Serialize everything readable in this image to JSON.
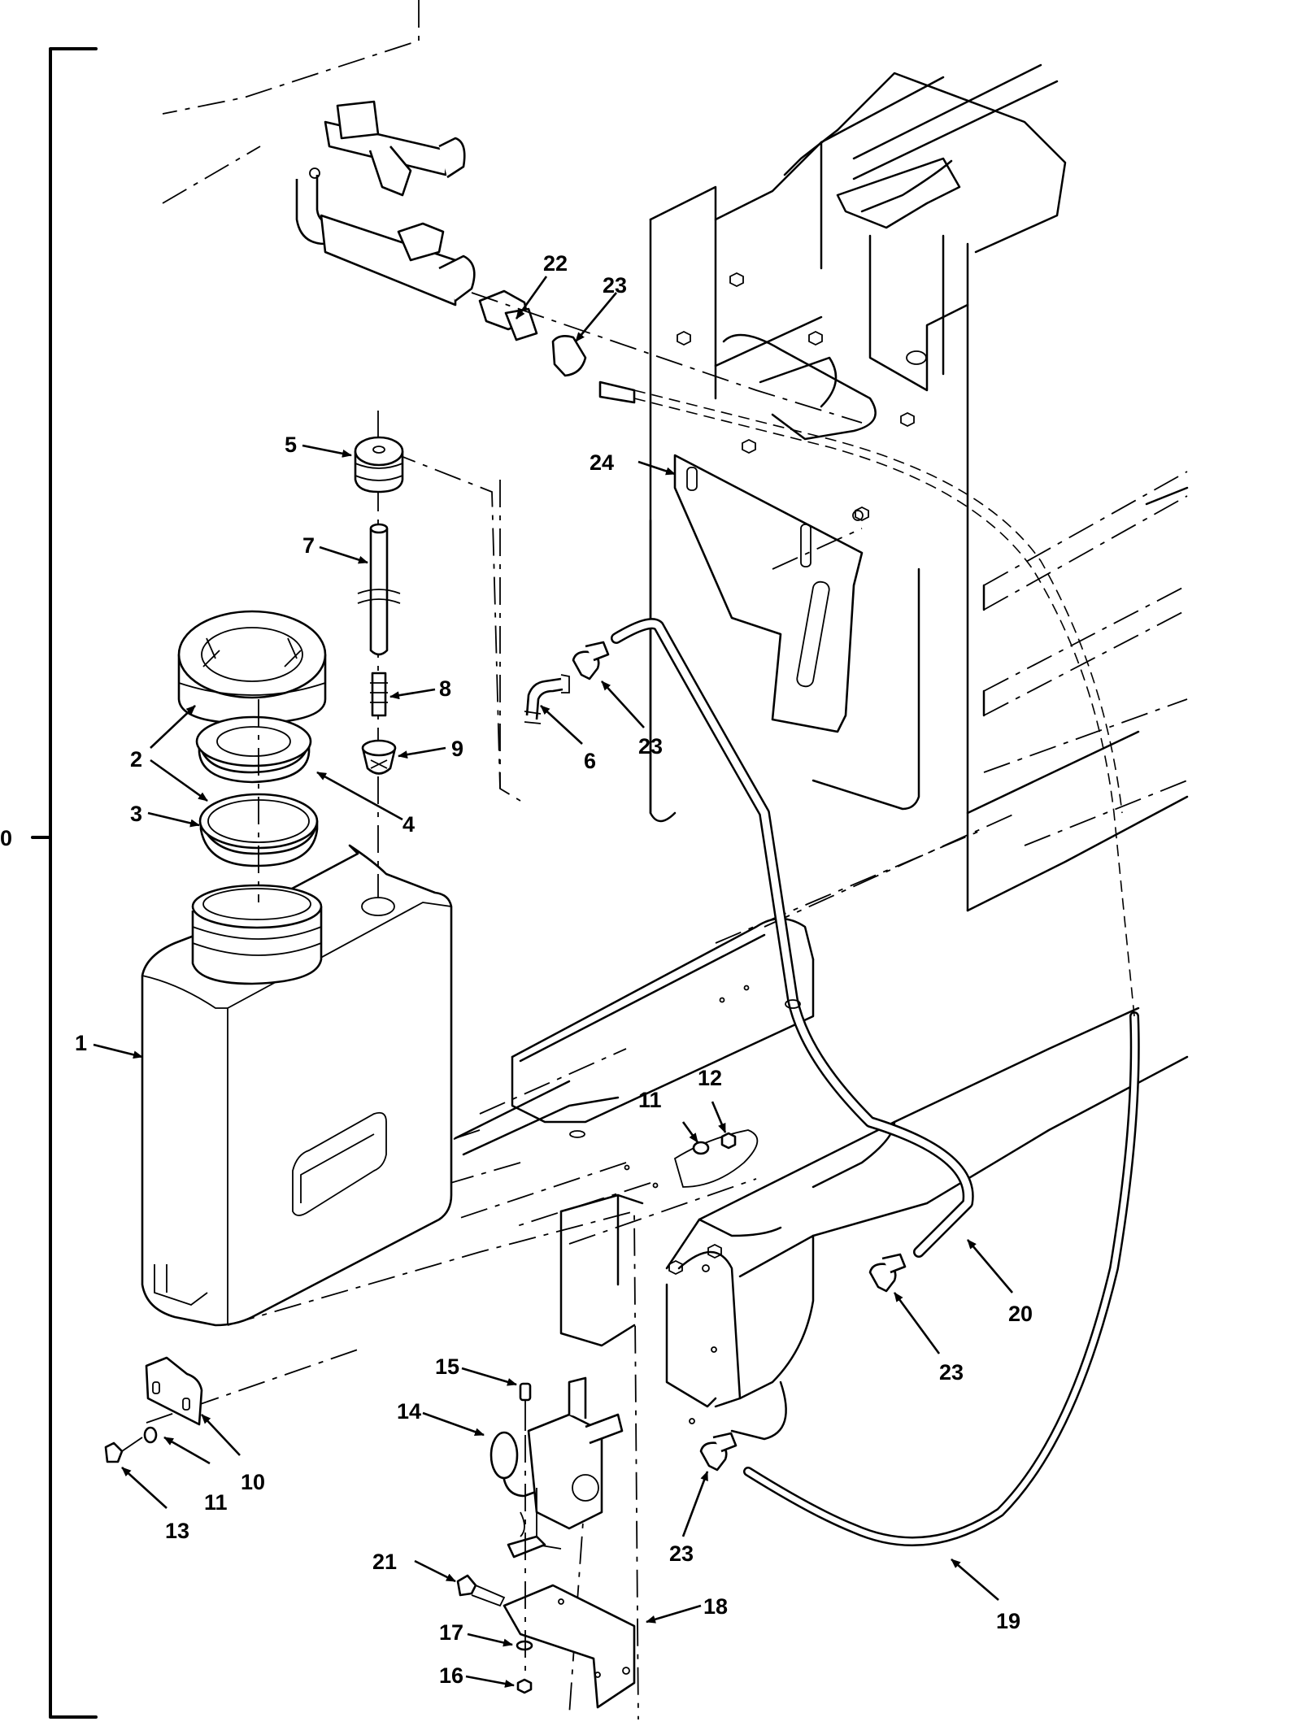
{
  "figure_number": "0",
  "callouts": [
    {
      "id": "c1",
      "text": "1"
    },
    {
      "id": "c2",
      "text": "2"
    },
    {
      "id": "c3",
      "text": "3"
    },
    {
      "id": "c4",
      "text": "4"
    },
    {
      "id": "c5",
      "text": "5"
    },
    {
      "id": "c6",
      "text": "6"
    },
    {
      "id": "c7",
      "text": "7"
    },
    {
      "id": "c8",
      "text": "8"
    },
    {
      "id": "c9",
      "text": "9"
    },
    {
      "id": "c10",
      "text": "10"
    },
    {
      "id": "c11a",
      "text": "11"
    },
    {
      "id": "c11b",
      "text": "11"
    },
    {
      "id": "c12",
      "text": "12"
    },
    {
      "id": "c13",
      "text": "13"
    },
    {
      "id": "c14",
      "text": "14"
    },
    {
      "id": "c15",
      "text": "15"
    },
    {
      "id": "c16",
      "text": "16"
    },
    {
      "id": "c17",
      "text": "17"
    },
    {
      "id": "c18",
      "text": "18"
    },
    {
      "id": "c19",
      "text": "19"
    },
    {
      "id": "c20",
      "text": "20"
    },
    {
      "id": "c21",
      "text": "21"
    },
    {
      "id": "c22",
      "text": "22"
    },
    {
      "id": "c23a",
      "text": "23"
    },
    {
      "id": "c23b",
      "text": "23"
    },
    {
      "id": "c23c",
      "text": "23"
    },
    {
      "id": "c23d",
      "text": "23"
    },
    {
      "id": "c24",
      "text": "24"
    }
  ]
}
